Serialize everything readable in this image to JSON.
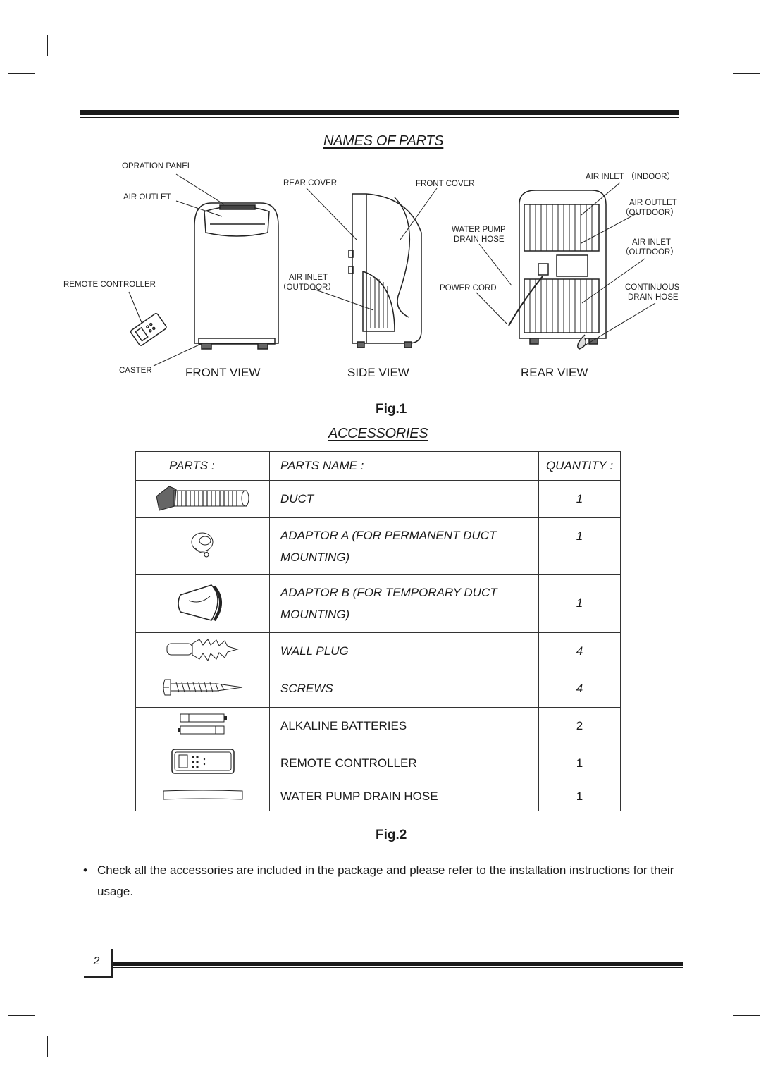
{
  "page": {
    "title_parts": "NAMES OF PARTS",
    "title_accessories": "ACCESSORIES",
    "fig1": "Fig.1",
    "fig2": "Fig.2",
    "page_number": "2"
  },
  "labels": {
    "opration_panel": "OPRATION PANEL",
    "air_outlet": "AIR OUTLET",
    "remote_controller": "REMOTE CONTROLLER",
    "caster": "CASTER",
    "rear_cover": "REAR COVER",
    "front_cover": "FRONT COVER",
    "air_inlet_side_1": "AIR INLET",
    "air_inlet_side_2": "（OUTDOOR）",
    "water_pump_1": "WATER PUMP",
    "water_pump_2": "DRAIN HOSE",
    "power_cord": "POWER CORD",
    "air_inlet_indoor": "AIR INLET （INDOOR）",
    "air_outlet_rear_1": "AIR OUTLET",
    "air_outlet_rear_2": "（OUTDOOR）",
    "air_inlet_rear_1": "AIR INLET",
    "air_inlet_rear_2": "（OUTDOOR）",
    "continuous_1": "CONTINUOUS",
    "continuous_2": "DRAIN HOSE"
  },
  "views": {
    "front": "FRONT VIEW",
    "side": "SIDE VIEW",
    "rear": "REAR VIEW"
  },
  "table": {
    "headers": {
      "parts": "PARTS :",
      "name": "PARTS NAME :",
      "quantity": "QUANTITY :"
    },
    "rows": [
      {
        "icon": "duct-icon",
        "name": "DUCT",
        "qty": "1"
      },
      {
        "icon": "adaptor-a-icon",
        "name_1": "ADAPTOR A (FOR PERMANENT DUCT",
        "name_2": "MOUNTING)",
        "qty": "1"
      },
      {
        "icon": "adaptor-b-icon",
        "name_1": "ADAPTOR B (FOR TEMPORARY DUCT",
        "name_2": "MOUNTING)",
        "qty": "1"
      },
      {
        "icon": "wall-plug-icon",
        "name": "WALL PLUG",
        "qty": "4"
      },
      {
        "icon": "screw-icon",
        "name": "SCREWS",
        "qty": "4"
      },
      {
        "icon": "batteries-icon",
        "name": "ALKALINE BATTERIES",
        "qty": "2"
      },
      {
        "icon": "remote-controller-icon",
        "name": "REMOTE CONTROLLER",
        "qty": "1"
      },
      {
        "icon": "drain-hose-icon",
        "name": "WATER PUMP DRAIN HOSE",
        "qty": "1"
      }
    ]
  },
  "note": {
    "bullet": "•",
    "text": "Check all the accessories are included in the package and please refer to the installation instructions for their usage."
  }
}
